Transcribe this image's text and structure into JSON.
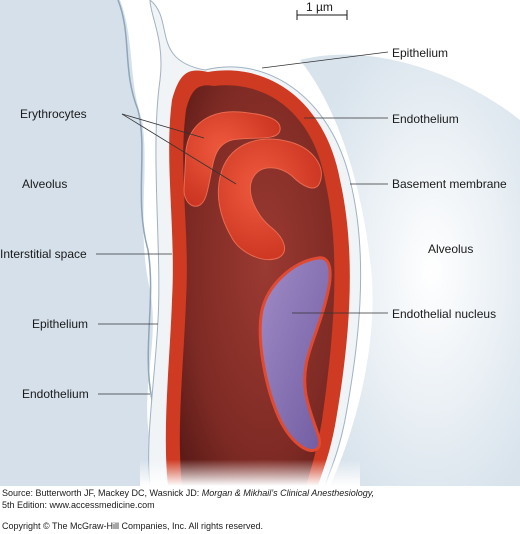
{
  "scale_bar": {
    "label": "1 µm"
  },
  "labels": {
    "epithelium_top": "Epithelium",
    "erythrocytes": "Erythrocytes",
    "endothelium_right": "Endothelium",
    "alveolus_left": "Alveolus",
    "basement_membrane": "Basement membrane",
    "alveolus_right": "Alveolus",
    "interstitial_space": "Interstitial space",
    "endothelial_nucleus": "Endothelial nucleus",
    "epithelium_left": "Epithelium",
    "endothelium_left": "Endothelium"
  },
  "source": {
    "prefix": "Source: Butterworth JF, Mackey DC, Wasnick JD: ",
    "title": "Morgan & Mikhail’s Clinical Anesthesiology,",
    "edition": "5th Edition: www.accessmedicine.com"
  },
  "copyright": "Copyright © The McGraw-Hill Companies, Inc. All rights reserved.",
  "colors": {
    "capillary_outer": "#cf3a22",
    "capillary_lumen": "#8a2b24",
    "erythrocyte": "#dc3f2a",
    "nucleus": "#8a73b5",
    "alveolar_space": "#cfdbe6",
    "membrane": "#eef3f7"
  }
}
